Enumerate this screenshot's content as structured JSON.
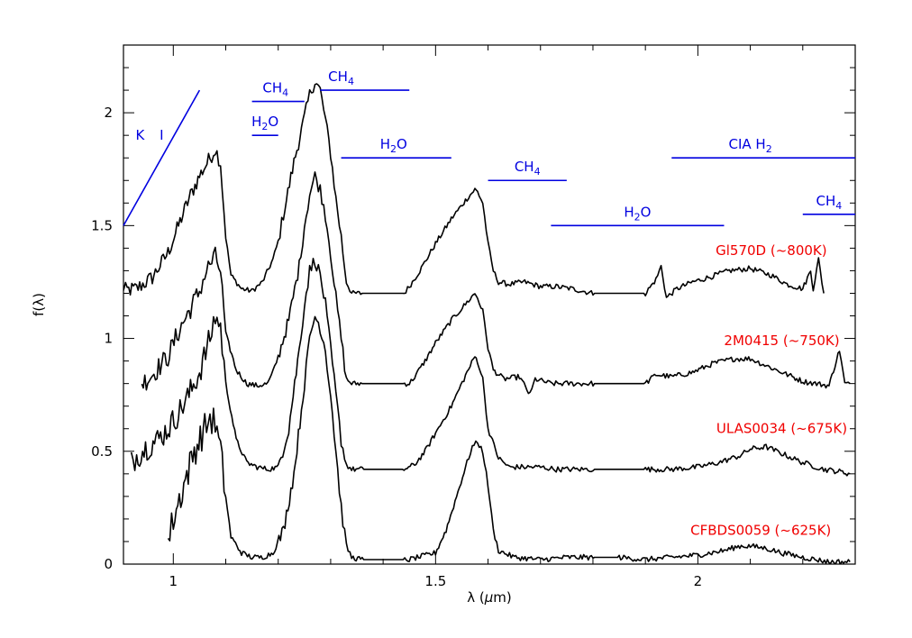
{
  "chart_data": {
    "type": "line",
    "title": "",
    "xlabel": "λ (μm)",
    "ylabel": "f(λ)",
    "xlim": [
      0.905,
      2.3
    ],
    "ylim": [
      0,
      2.3
    ],
    "xticks": [
      {
        "value": 1.0,
        "label": "1"
      },
      {
        "value": 1.5,
        "label": "1.5"
      },
      {
        "value": 2.0,
        "label": "2"
      }
    ],
    "yticks": [
      {
        "value": 0,
        "label": "0"
      },
      {
        "value": 0.5,
        "label": "0.5"
      },
      {
        "value": 1.0,
        "label": "1"
      },
      {
        "value": 1.5,
        "label": "1.5"
      },
      {
        "value": 2.0,
        "label": "2"
      }
    ],
    "grid": false,
    "legend": "none",
    "colors": {
      "spectrum": "#000000",
      "band": "#0000e0",
      "star_label": "#f00000"
    },
    "series": [
      {
        "name": "Gl570D (~800K)",
        "x": [
          0.9,
          0.93,
          0.96,
          0.99,
          1.01,
          1.03,
          1.05,
          1.07,
          1.08,
          1.09,
          1.1,
          1.11,
          1.13,
          1.15,
          1.17,
          1.19,
          1.2,
          1.21,
          1.23,
          1.25,
          1.26,
          1.27,
          1.28,
          1.29,
          1.3,
          1.31,
          1.32,
          1.33,
          1.34,
          1.36,
          1.4,
          1.44,
          1.45,
          1.47,
          1.5,
          1.53,
          1.56,
          1.575,
          1.58,
          1.59,
          1.6,
          1.61,
          1.62,
          1.64,
          1.67,
          1.7,
          1.73,
          1.76,
          1.8,
          1.85,
          1.9,
          1.92,
          1.93,
          1.94,
          1.96,
          1.99,
          2.02,
          2.06,
          2.1,
          2.14,
          2.17,
          2.2,
          2.215,
          2.22,
          2.23,
          2.24
        ],
        "y": [
          1.21,
          1.22,
          1.27,
          1.38,
          1.5,
          1.62,
          1.72,
          1.8,
          1.84,
          1.78,
          1.45,
          1.28,
          1.22,
          1.21,
          1.25,
          1.35,
          1.43,
          1.55,
          1.78,
          1.98,
          2.08,
          2.14,
          2.1,
          1.97,
          1.82,
          1.62,
          1.45,
          1.25,
          1.2,
          1.2,
          1.2,
          1.2,
          1.23,
          1.3,
          1.42,
          1.53,
          1.62,
          1.66,
          1.65,
          1.6,
          1.42,
          1.3,
          1.25,
          1.24,
          1.25,
          1.23,
          1.23,
          1.22,
          1.2,
          1.2,
          1.2,
          1.26,
          1.32,
          1.18,
          1.22,
          1.25,
          1.27,
          1.3,
          1.31,
          1.28,
          1.24,
          1.22,
          1.3,
          1.22,
          1.35,
          1.2
        ]
      },
      {
        "name": "2M0415 (~750K)",
        "x": [
          0.94,
          0.96,
          0.99,
          1.01,
          1.03,
          1.05,
          1.06,
          1.07,
          1.08,
          1.09,
          1.1,
          1.12,
          1.14,
          1.16,
          1.18,
          1.19,
          1.2,
          1.22,
          1.24,
          1.25,
          1.26,
          1.27,
          1.28,
          1.29,
          1.3,
          1.31,
          1.32,
          1.33,
          1.34,
          1.36,
          1.4,
          1.45,
          1.46,
          1.48,
          1.5,
          1.53,
          1.56,
          1.575,
          1.58,
          1.59,
          1.6,
          1.61,
          1.63,
          1.66,
          1.68,
          1.69,
          1.72,
          1.76,
          1.8,
          1.85,
          1.9,
          1.92,
          1.95,
          1.99,
          2.03,
          2.07,
          2.1,
          2.14,
          2.18,
          2.2,
          2.25,
          2.27,
          2.28,
          2.29
        ],
        "y": [
          0.8,
          0.84,
          0.92,
          1.03,
          1.12,
          1.21,
          1.28,
          1.33,
          1.36,
          1.3,
          1.02,
          0.86,
          0.8,
          0.79,
          0.8,
          0.85,
          0.92,
          1.08,
          1.32,
          1.5,
          1.64,
          1.72,
          1.66,
          1.55,
          1.38,
          1.18,
          1.0,
          0.82,
          0.8,
          0.8,
          0.8,
          0.8,
          0.83,
          0.9,
          0.98,
          1.08,
          1.16,
          1.2,
          1.18,
          1.12,
          0.96,
          0.86,
          0.82,
          0.83,
          0.75,
          0.82,
          0.8,
          0.8,
          0.8,
          0.8,
          0.8,
          0.84,
          0.83,
          0.85,
          0.89,
          0.91,
          0.91,
          0.87,
          0.83,
          0.81,
          0.79,
          0.95,
          0.8,
          0.8
        ]
      },
      {
        "name": "ULAS0034 (~675K)",
        "x": [
          0.92,
          0.93,
          0.95,
          0.97,
          0.99,
          1.01,
          1.03,
          1.05,
          1.07,
          1.08,
          1.09,
          1.1,
          1.12,
          1.14,
          1.16,
          1.18,
          1.2,
          1.22,
          1.24,
          1.25,
          1.26,
          1.27,
          1.28,
          1.29,
          1.3,
          1.31,
          1.32,
          1.33,
          1.34,
          1.36,
          1.4,
          1.44,
          1.46,
          1.48,
          1.5,
          1.53,
          1.56,
          1.575,
          1.58,
          1.59,
          1.6,
          1.62,
          1.64,
          1.67,
          1.7,
          1.73,
          1.76,
          1.8,
          1.85,
          1.9,
          1.95,
          2.0,
          2.04,
          2.08,
          2.1,
          2.13,
          2.16,
          2.2,
          2.24,
          2.27,
          2.29
        ],
        "y": [
          0.45,
          0.48,
          0.52,
          0.55,
          0.6,
          0.67,
          0.75,
          0.85,
          1.0,
          1.1,
          1.05,
          0.8,
          0.55,
          0.45,
          0.43,
          0.42,
          0.43,
          0.6,
          0.95,
          1.15,
          1.3,
          1.35,
          1.28,
          1.15,
          0.95,
          0.75,
          0.55,
          0.44,
          0.42,
          0.42,
          0.42,
          0.42,
          0.44,
          0.5,
          0.58,
          0.7,
          0.85,
          0.92,
          0.9,
          0.82,
          0.6,
          0.47,
          0.43,
          0.43,
          0.43,
          0.42,
          0.42,
          0.42,
          0.42,
          0.42,
          0.42,
          0.43,
          0.45,
          0.48,
          0.51,
          0.52,
          0.49,
          0.45,
          0.42,
          0.41,
          0.4
        ]
      },
      {
        "name": "CFBDS0059 (~625K)",
        "x": [
          0.99,
          1.0,
          1.02,
          1.04,
          1.06,
          1.07,
          1.08,
          1.09,
          1.1,
          1.11,
          1.13,
          1.15,
          1.17,
          1.19,
          1.21,
          1.23,
          1.25,
          1.26,
          1.27,
          1.28,
          1.29,
          1.3,
          1.31,
          1.32,
          1.33,
          1.34,
          1.36,
          1.4,
          1.45,
          1.5,
          1.52,
          1.54,
          1.56,
          1.57,
          1.58,
          1.59,
          1.6,
          1.61,
          1.62,
          1.65,
          1.7,
          1.75,
          1.8,
          1.85,
          1.9,
          1.95,
          2.0,
          2.05,
          2.08,
          2.1,
          2.13,
          2.16,
          2.2,
          2.25,
          2.29
        ],
        "y": [
          0.1,
          0.2,
          0.35,
          0.5,
          0.6,
          0.65,
          0.62,
          0.5,
          0.3,
          0.12,
          0.05,
          0.03,
          0.03,
          0.05,
          0.15,
          0.4,
          0.8,
          1.0,
          1.1,
          1.05,
          0.95,
          0.75,
          0.5,
          0.25,
          0.08,
          0.03,
          0.02,
          0.02,
          0.02,
          0.05,
          0.15,
          0.3,
          0.45,
          0.52,
          0.54,
          0.5,
          0.35,
          0.15,
          0.06,
          0.03,
          0.02,
          0.03,
          0.03,
          0.03,
          0.02,
          0.03,
          0.04,
          0.06,
          0.08,
          0.08,
          0.07,
          0.05,
          0.03,
          0.01,
          0.01
        ]
      }
    ],
    "bands": [
      {
        "label": "K I",
        "kind": "diagonal",
        "x1": 0.905,
        "y1": 1.5,
        "x2": 1.05,
        "y2": 2.1,
        "label_x": 0.96,
        "label_y": 1.88
      },
      {
        "label": "CH4",
        "kind": "bar",
        "x1": 1.15,
        "x2": 1.25,
        "y": 2.05,
        "label_x": 1.195,
        "label_y": 2.09
      },
      {
        "label": "H2O",
        "kind": "bar",
        "x1": 1.15,
        "x2": 1.2,
        "y": 1.9,
        "label_x": 1.175,
        "label_y": 1.94
      },
      {
        "label": "CH4",
        "kind": "bar",
        "x1": 1.28,
        "x2": 1.45,
        "y": 2.1,
        "label_x": 1.32,
        "label_y": 2.14
      },
      {
        "label": "H2O",
        "kind": "bar",
        "x1": 1.32,
        "x2": 1.53,
        "y": 1.8,
        "label_x": 1.42,
        "label_y": 1.84
      },
      {
        "label": "CH4",
        "kind": "bar",
        "x1": 1.6,
        "x2": 1.75,
        "y": 1.7,
        "label_x": 1.675,
        "label_y": 1.74
      },
      {
        "label": "H2O",
        "kind": "bar",
        "x1": 1.72,
        "x2": 2.05,
        "y": 1.5,
        "label_x": 1.885,
        "label_y": 1.54
      },
      {
        "label": "CIA H2",
        "kind": "bar",
        "x1": 1.95,
        "x2": 2.3,
        "y": 1.8,
        "label_x": 2.1,
        "label_y": 1.84
      },
      {
        "label": "CH4",
        "kind": "bar",
        "x1": 2.2,
        "x2": 2.3,
        "y": 1.55,
        "label_x": 2.25,
        "label_y": 1.59
      }
    ],
    "annotations": [
      {
        "text": "Gl570D (~800K)",
        "x": 2.14,
        "y": 1.37
      },
      {
        "text": "2M0415 (~750K)",
        "x": 2.16,
        "y": 0.97
      },
      {
        "text": "ULAS0034 (~675K)",
        "x": 2.16,
        "y": 0.58
      },
      {
        "text": "CFBDS0059 (~625K)",
        "x": 2.12,
        "y": 0.13
      }
    ]
  }
}
